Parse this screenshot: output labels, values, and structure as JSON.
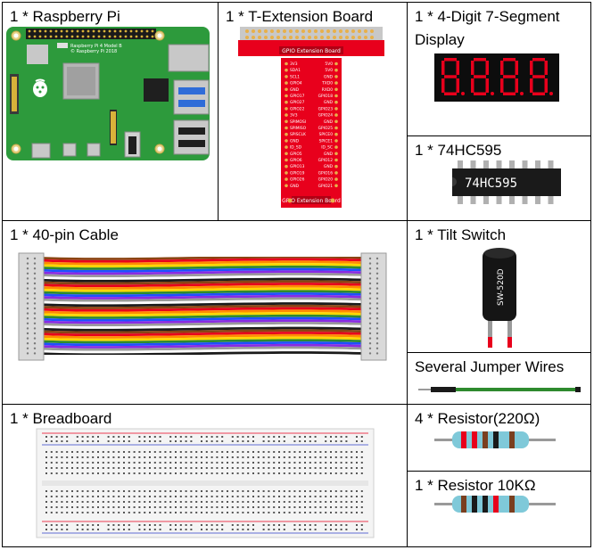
{
  "components": {
    "raspberry_pi": {
      "label": "1 * Raspberry Pi"
    },
    "t_extension": {
      "label": "1 * T-Extension Board",
      "board_text": "GPIO Extension Board"
    },
    "seven_segment": {
      "label_line1": "1 * 4-Digit 7-Segment",
      "label_line2": "Display"
    },
    "ic_74hc595": {
      "label": "1 * 74HC595",
      "chip_text": "74HC595"
    },
    "cable": {
      "label": "1 * 40-pin Cable"
    },
    "tilt_switch": {
      "label": "1 * Tilt Switch",
      "part_text": "SW-520D"
    },
    "jumper_wires": {
      "label": "Several Jumper Wires"
    },
    "breadboard": {
      "label": "1 * Breadboard"
    },
    "resistor_220": {
      "label": "4 * Resistor(220Ω)"
    },
    "resistor_10k": {
      "label": "1 * Resistor 10KΩ"
    }
  },
  "pins_left": [
    "3V3",
    "SDA1",
    "SCL1",
    "GPIO4",
    "GND",
    "GPIO17",
    "GPIO27",
    "GPIO22",
    "3V3",
    "SPIMOSI",
    "SPIMISO",
    "SPISCLK",
    "GND",
    "ID_SD",
    "GPIO5",
    "GPIO6",
    "GPIO13",
    "GPIO19",
    "GPIO26",
    "GND"
  ],
  "pins_right": [
    "5V0",
    "5V0",
    "GND",
    "TXD0",
    "RXD0",
    "GPIO18",
    "GND",
    "GPIO23",
    "GPIO24",
    "GND",
    "GPIO25",
    "SPICE0",
    "SPICE1",
    "ID_SC",
    "GND",
    "GPIO12",
    "GND",
    "GPIO16",
    "GPIO20",
    "GPIO21"
  ],
  "colors": {
    "pi_green": "#2d9a3c",
    "t_board_red": "#e8001c",
    "segment_red": "#e8001c",
    "border": "#000000"
  }
}
